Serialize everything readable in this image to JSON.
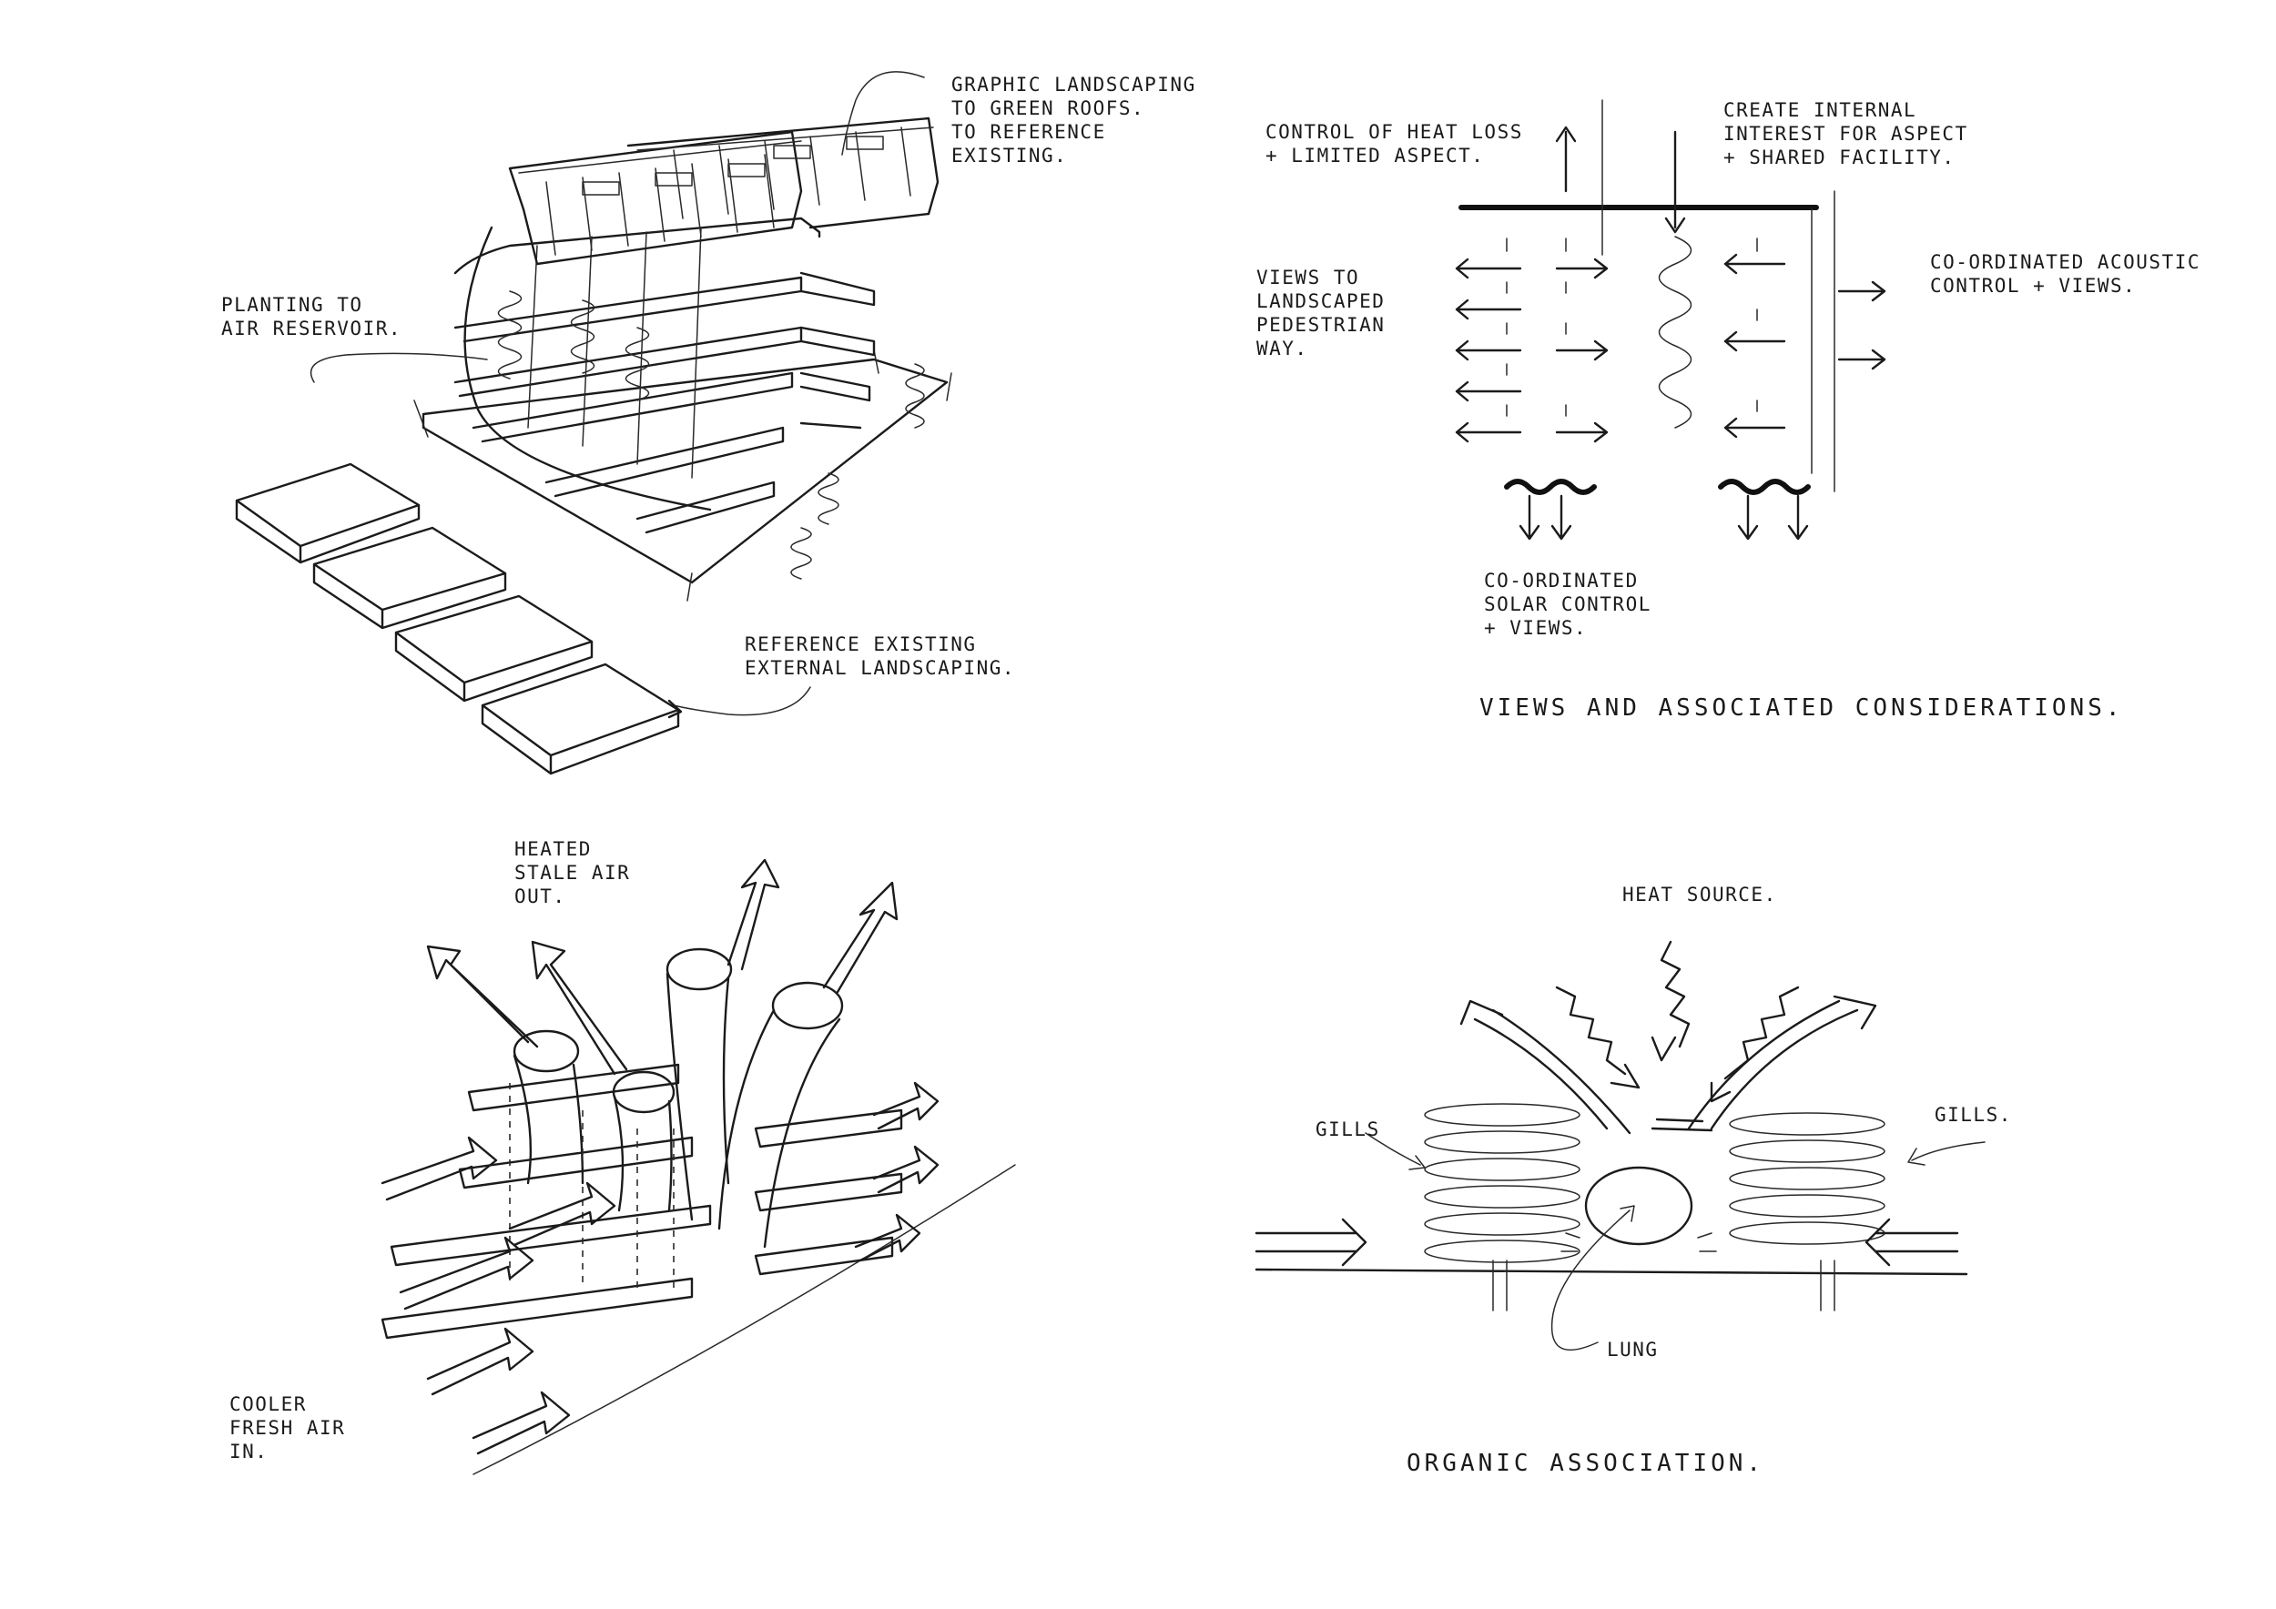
{
  "panels": {
    "landscaping": {
      "note_roofs": "GRAPHIC LANDSCAPING\nTO GREEN ROOFS.\nTO REFERENCE\nEXISTING.",
      "note_planting": "PLANTING TO\nAIR RESERVOIR.",
      "note_external": "REFERENCE EXISTING\nEXTERNAL LANDSCAPING."
    },
    "views": {
      "note_heat_loss": "CONTROL OF HEAT LOSS\n+ LIMITED ASPECT.",
      "note_internal": "CREATE INTERNAL\nINTEREST FOR ASPECT\n+ SHARED FACILITY.",
      "note_views_landscaped": "VIEWS TO\nLANDSCAPED\nPEDESTRIAN\nWAY.",
      "note_acoustic": "CO-ORDINATED ACOUSTIC\nCONTROL + VIEWS.",
      "note_solar": "CO-ORDINATED\nSOLAR CONTROL\n+ VIEWS.",
      "caption": "VIEWS AND ASSOCIATED CONSIDERATIONS."
    },
    "airflow": {
      "note_heated": "HEATED\nSTALE AIR\nOUT.",
      "note_cooler": "COOLER\nFRESH AIR\nIN."
    },
    "organic": {
      "note_heat_source": "HEAT SOURCE.",
      "note_gills_left": "GILLS",
      "note_gills_right": "GILLS.",
      "note_lung": "LUNG",
      "caption": "ORGANIC ASSOCIATION."
    }
  }
}
